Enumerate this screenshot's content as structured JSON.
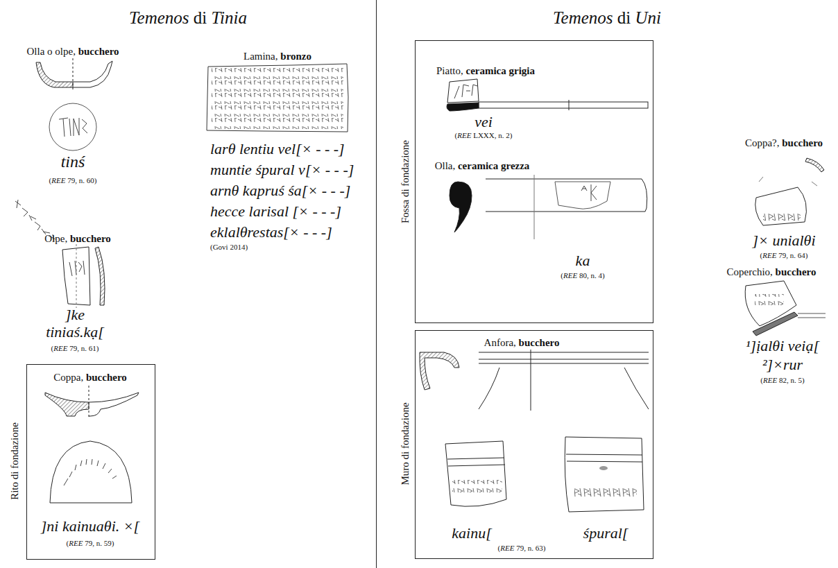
{
  "diagram": {
    "nodes": [
      {
        "text": [
          "Temenos di Tinia"
        ]
      },
      {
        "text": [
          "Rito di fondazione",
          "Coppa, bucchero",
          "]ni kainuaθi. ×[",
          "(REE 79, n. 59)"
        ],
        "in": 0
      },
      {
        "text": [
          "Temenos di Uni"
        ]
      },
      {
        "text": [
          "Fossa di fondazione",
          "Piatto, ceramica grigia",
          "vei",
          "(REE LXXX, n. 2)",
          "Olla, ceramica grezza",
          "ka",
          "(REE 80, n. 4)"
        ],
        "in": 2
      },
      {
        "text": [
          "Muro di fondazione",
          "Anfora, bucchero",
          "kainu[",
          "śpural[",
          "(REE 79, n. 63)"
        ],
        "in": 2
      }
    ],
    "labels": [
      "Olla o olpe, bucchero",
      "tinś",
      "(REE 79, n. 60)",
      "Olpe, bucchero",
      "]ke",
      "tiniaś.kạ[",
      "(REE 79, n. 61)",
      "Lamina, bronzo",
      "larθ lentiu vel[× - - -]",
      "muntie śpural v[× - - -]",
      "arnθ kapruś śa[× - - -]",
      "hecce larisal [× - - -]",
      "eklalθrestas[× - - -]",
      "(Govi 2014)",
      "Coppa?, bucchero",
      "]× unialθi",
      "(REE 79, n. 64)",
      "Coperchio, bucchero",
      "¹]ịalθi veiạ[",
      "²]×rur",
      "(REE 82, n. 5)"
    ]
  }
}
